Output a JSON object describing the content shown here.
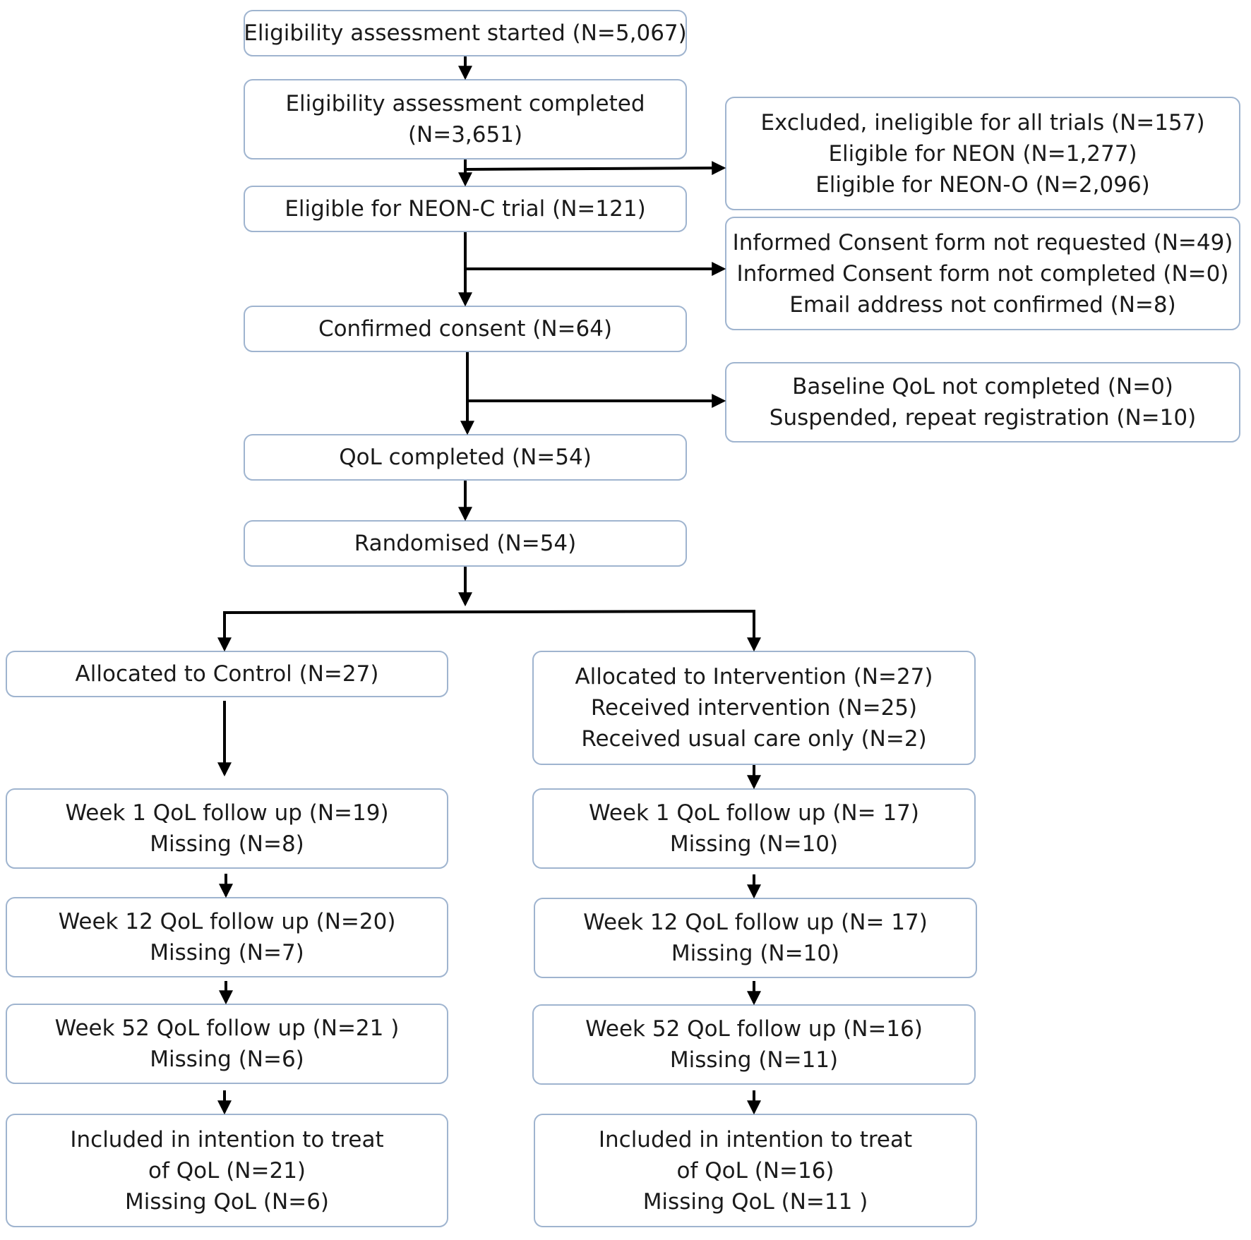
{
  "boxes": {
    "started": {
      "lines": [
        "Eligibility assessment started (N=5,067)"
      ]
    },
    "completed": {
      "lines": [
        "Eligibility assessment completed",
        "(N=3,651)"
      ]
    },
    "excluded": {
      "lines": [
        "Excluded, ineligible for all trials (N=157)",
        "Eligible for NEON (N=1,277)",
        "Eligible for NEON-O (N=2,096)"
      ]
    },
    "eligible_neon_c": {
      "lines": [
        "Eligible for NEON-C trial (N=121)"
      ]
    },
    "consent_issues": {
      "lines": [
        "Informed Consent form not requested (N=49)",
        "Informed Consent form not completed (N=0)",
        "Email address not confirmed (N=8)"
      ]
    },
    "confirmed_consent": {
      "lines": [
        "Confirmed consent (N=64)"
      ]
    },
    "baseline_issues": {
      "lines": [
        "Baseline QoL not completed (N=0)",
        "Suspended, repeat registration (N=10)"
      ]
    },
    "qol_completed": {
      "lines": [
        "QoL completed (N=54)"
      ]
    },
    "randomised": {
      "lines": [
        "Randomised (N=54)"
      ]
    },
    "control": {
      "lines": [
        "Allocated to Control (N=27)"
      ]
    },
    "intervention": {
      "lines": [
        "Allocated to Intervention (N=27)",
        "Received intervention (N=25)",
        "Received usual care only (N=2)"
      ]
    },
    "control_week1": {
      "lines": [
        "Week 1 QoL follow up (N=19)",
        "Missing (N=8)"
      ]
    },
    "intervention_week1": {
      "lines": [
        "Week 1 QoL follow up (N= 17)",
        "Missing (N=10)"
      ]
    },
    "control_week12": {
      "lines": [
        "Week 12 QoL follow up (N=20)",
        "Missing (N=7)"
      ]
    },
    "intervention_week12": {
      "lines": [
        "Week 12 QoL follow up (N= 17)",
        "Missing (N=10)"
      ]
    },
    "control_week52": {
      "lines": [
        "Week 52 QoL follow up (N=21 )",
        "Missing (N=6)"
      ]
    },
    "intervention_week52": {
      "lines": [
        "Week 52 QoL follow up (N=16)",
        "Missing (N=11)"
      ]
    },
    "control_itt": {
      "lines": [
        "Included in intention to treat",
        "of QoL (N=21)",
        "Missing QoL (N=6)"
      ]
    },
    "intervention_itt": {
      "lines": [
        "Included in intention to treat",
        "of QoL (N=16)",
        "Missing QoL (N=11 )"
      ]
    }
  },
  "colors": {
    "box_border": "#9fb4cf",
    "arrow": "#000000",
    "text": "#1a1a1a"
  }
}
